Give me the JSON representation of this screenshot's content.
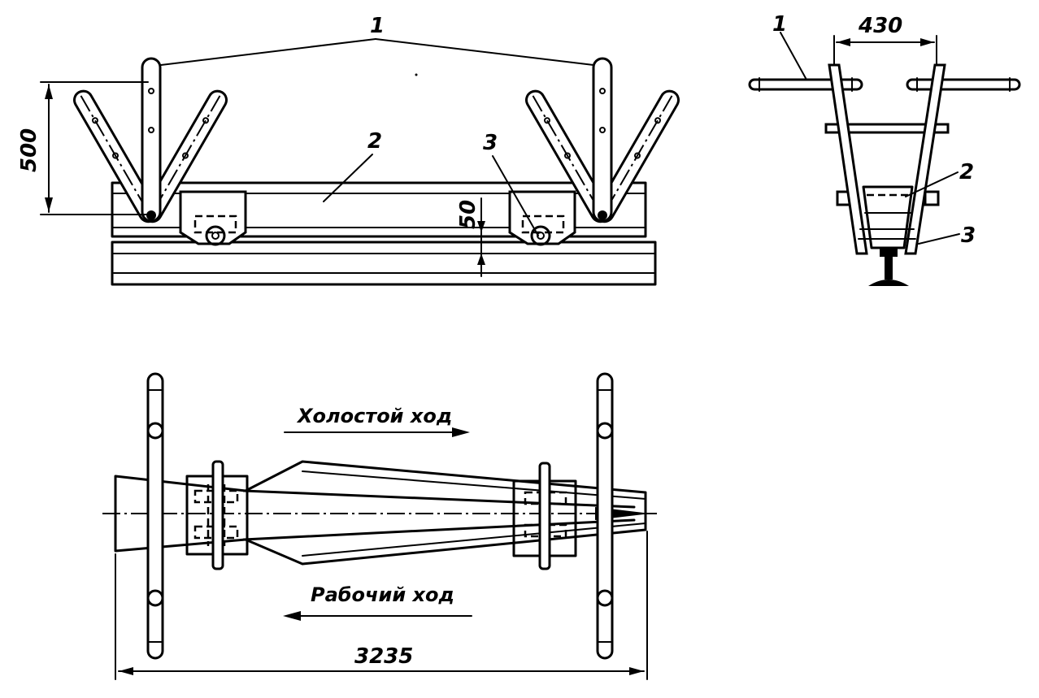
{
  "labels": {
    "part1_side": "1",
    "part2_side": "2",
    "part3_side": "3",
    "part1_end": "1",
    "part2_end": "2",
    "part3_end": "3"
  },
  "dimensions": {
    "height_arm": "500",
    "height_gap": "50",
    "width_end": "430",
    "length_total": "3235"
  },
  "directions": {
    "idle_stroke": "Холостой ход",
    "working_stroke": "Рабочий ход"
  }
}
